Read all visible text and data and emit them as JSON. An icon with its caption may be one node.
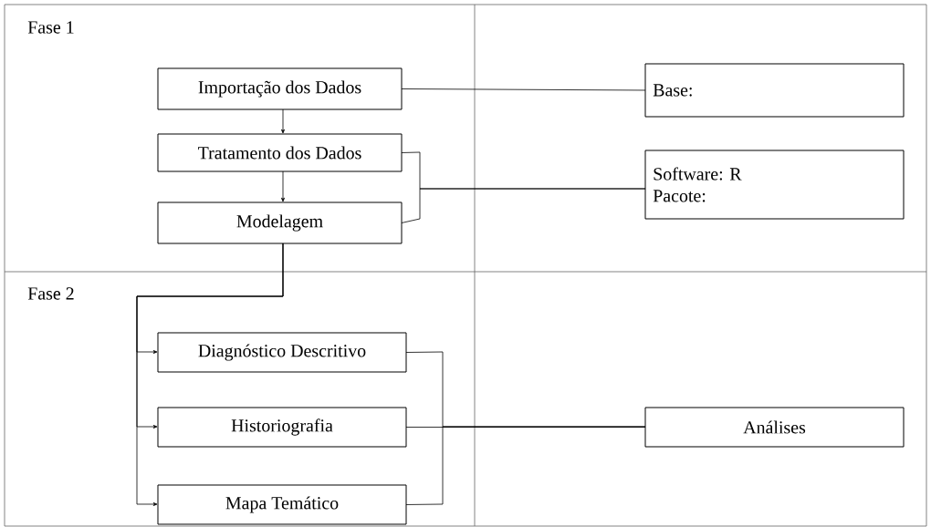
{
  "diagram": {
    "nodes": [
      {
        "text": [
          "Importação dos Dados"
        ]
      },
      {
        "text": [
          "Tratamento dos Dados"
        ]
      },
      {
        "text": [
          "Modelagem"
        ]
      },
      {
        "text": [
          "Base:"
        ]
      },
      {
        "text": [
          "Software: R",
          "Pacote:"
        ]
      },
      {
        "text": [
          "Diagnóstico Descritivo"
        ]
      },
      {
        "text": [
          "Historiografia"
        ]
      },
      {
        "text": [
          "Mapa Temático"
        ]
      },
      {
        "text": [
          "Análises"
        ]
      }
    ],
    "edges": [
      {
        "from": 0,
        "to": 1,
        "arrow": "to"
      },
      {
        "from": 1,
        "to": 2,
        "arrow": "to"
      },
      {
        "from": 0,
        "to": 3,
        "arrow": "none"
      },
      {
        "from": 1,
        "to": 4,
        "arrow": "none"
      },
      {
        "from": 2,
        "to": 4,
        "arrow": "none"
      },
      {
        "from": 2,
        "to": 5,
        "arrow": "to"
      },
      {
        "from": 2,
        "to": 6,
        "arrow": "to"
      },
      {
        "from": 2,
        "to": 7,
        "arrow": "to"
      },
      {
        "from": 5,
        "to": 8,
        "arrow": "none"
      },
      {
        "from": 6,
        "to": 8,
        "arrow": "none"
      },
      {
        "from": 7,
        "to": 8,
        "arrow": "none"
      }
    ],
    "labels": [
      "Fase 1",
      "Fase 2"
    ]
  }
}
